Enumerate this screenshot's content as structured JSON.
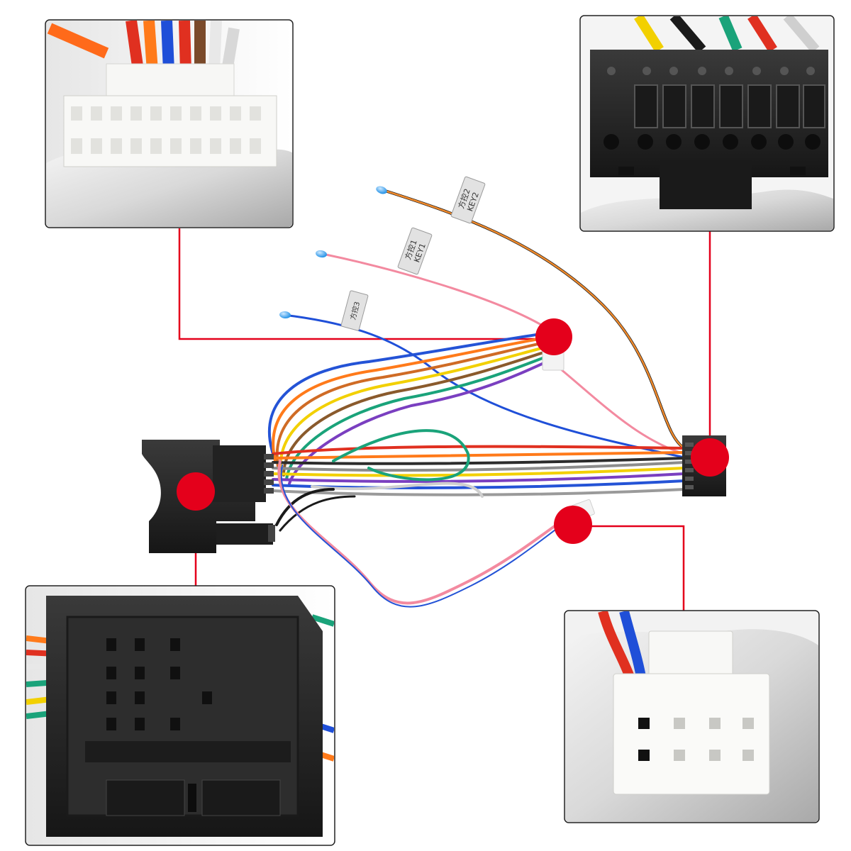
{
  "labels": {
    "key2": [
      "方控2",
      "KEY2"
    ],
    "key1": [
      "方控1",
      "KEY1"
    ],
    "key3": [
      "方控3"
    ]
  },
  "colors": {
    "callout": "#e4001b",
    "background": "#ffffff"
  },
  "panels": {
    "top_left": "white 20-pin female plug close-up",
    "top_right": "black 16-pin male plug close-up",
    "bottom_left": "black quadlock vehicle plug close-up",
    "bottom_right": "white 8-pin plug close-up"
  }
}
